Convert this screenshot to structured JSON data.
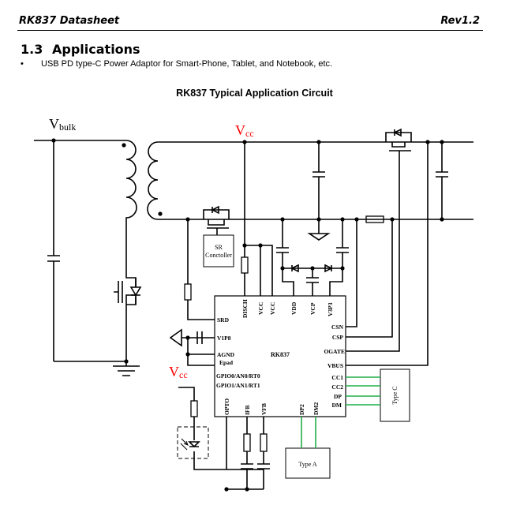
{
  "header": {
    "doc_title": "RK837 Datasheet",
    "revision": "Rev1.2"
  },
  "section": {
    "number": "1.3",
    "title": "Applications"
  },
  "bullets": [
    {
      "marker": "•",
      "text": "USB PD type-C Power Adaptor for Smart-Phone, Tablet, and Notebook, etc."
    }
  ],
  "figure": {
    "caption": "RK837 Typical Application Circuit",
    "net_labels": {
      "vbulk_main": "V",
      "vbulk_sub": "bulk",
      "vcc_main": "V",
      "vcc_sub": "cc",
      "vcc_color": "#ff0000"
    },
    "blocks": {
      "sr_controller_line1": "SR",
      "sr_controller_line2": "Conctoller",
      "type_c": "Type C",
      "type_a": "Type A"
    },
    "chip": {
      "name": "RK837",
      "top_pins": [
        "DISCH",
        "VCC",
        "VCC",
        "VDD",
        "VCP",
        "V3P3"
      ],
      "left_pins": [
        "SRD",
        "V1P8",
        "AGND",
        "Epad",
        "GPIO0/AN0/RT0",
        "GPIO1/AN1/RT1"
      ],
      "right_pins": [
        "CSN",
        "CSP",
        "OGATE",
        "VBUS",
        "CC1",
        "CC2",
        "DP",
        "DM"
      ],
      "bottom_pins": [
        "OPTO",
        "IFB",
        "VFB",
        "DP2",
        "DM2"
      ]
    },
    "signal_color": "#22b14c"
  }
}
